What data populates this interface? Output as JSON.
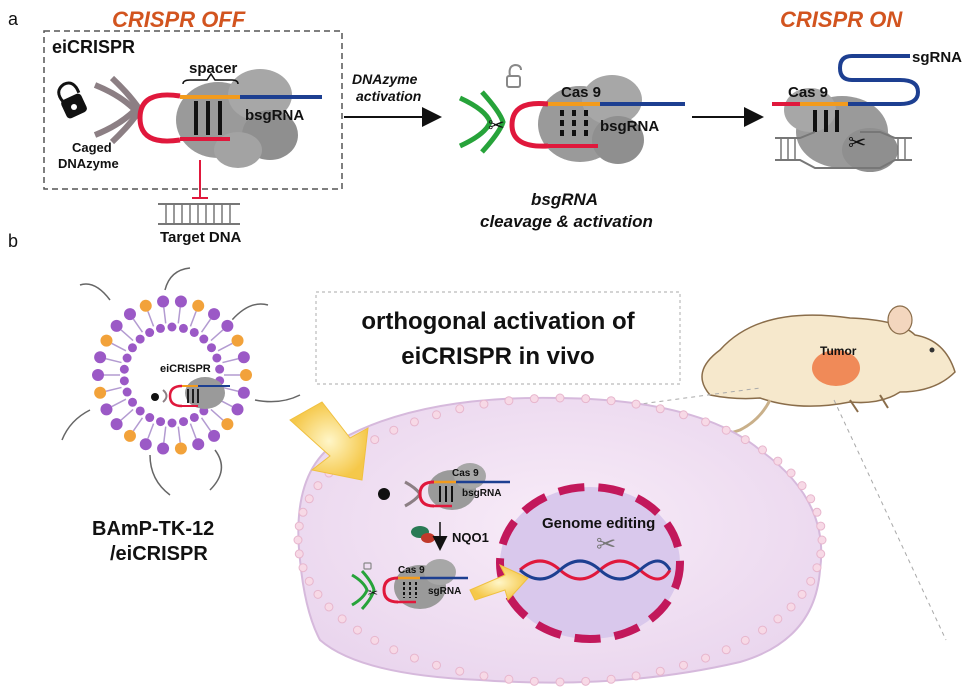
{
  "panel_a": {
    "letter": "a",
    "crispr_off": "CRISPR OFF",
    "crispr_on": "CRISPR ON",
    "box_title": "eiCRISPR",
    "spacer": "spacer",
    "bsgrna": "bsgRNA",
    "caged_line1": "Caged",
    "caged_line2": "DNAzyme",
    "target_dna": "Target DNA",
    "activation_line1": "DNAzyme",
    "activation_line2": "activation",
    "cas9": "Cas 9",
    "cleavage_line1": "bsgRNA",
    "cleavage_line2": "cleavage & activation",
    "sgrna": "sgRNA",
    "colors": {
      "title_orange": "#d2541f",
      "loop_red": "#e0183c",
      "strand_blue": "#1d3f91",
      "spacer_orange": "#f29b1d",
      "dnazyme_green": "#27a33a",
      "protein_grey": "#9a9a9a"
    }
  },
  "panel_b": {
    "letter": "b",
    "title_line1": "orthogonal activation of",
    "title_line2": "eiCRISPR in vivo",
    "nano_label": "eiCRISPR",
    "np_line1": "BAmP-TK-12",
    "np_line2": "/eiCRISPR",
    "tumor": "Tumor",
    "cas9": "Cas 9",
    "bsgrna": "bsgRNA",
    "sgrna": "sgRNA",
    "nqo1": "NQO1",
    "genome_editing": "Genome editing",
    "colors": {
      "cell_fill": "#f3e3f3",
      "nucleus_fill": "#d9c8ec",
      "nucleus_border": "#c2185b",
      "lipid_purple": "#9b59c6",
      "lipid_orange": "#f2a23a",
      "mouse_fill": "#f6e8cc",
      "tumor_fill": "#f08a58"
    }
  }
}
